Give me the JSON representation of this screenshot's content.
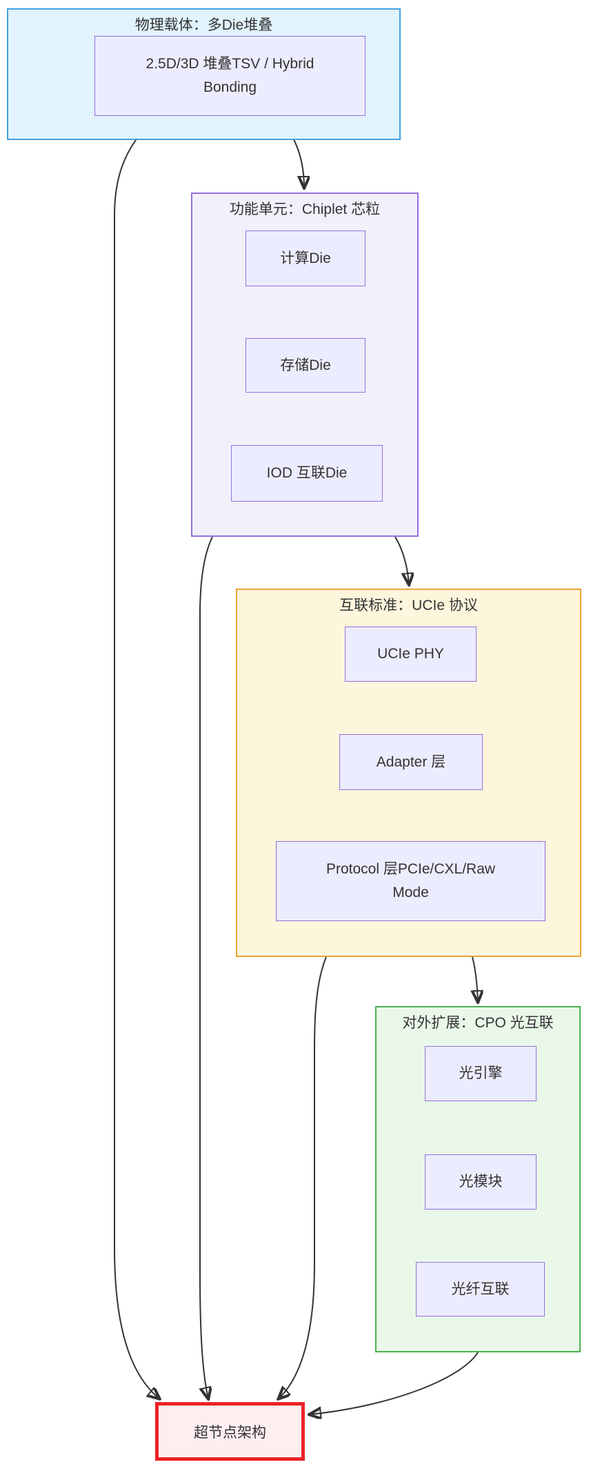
{
  "diagram": {
    "type": "flowchart",
    "background": "#ffffff",
    "line_color": "#333333",
    "text_color": "#333333",
    "default_node_style": {
      "fill": "#ECECFF",
      "border": "#9370DB"
    },
    "clusters": [
      {
        "title": "物理载体：多Die堆叠",
        "fill": "#E1F3FC",
        "border": "#42A0E2",
        "nodes": [
          {
            "label": "2.5D/3D 堆叠TSV / Hybrid Bonding"
          }
        ]
      },
      {
        "title": "功能单元：Chiplet 芯粒",
        "fill": "#F2F0FB",
        "border": "#9370DB",
        "nodes": [
          {
            "label": "计算Die"
          },
          {
            "label": "存储Die"
          },
          {
            "label": "IOD 互联Die"
          }
        ]
      },
      {
        "title": "互联标准：UCIe 协议",
        "fill": "#FDF5DC",
        "border": "#EFA435",
        "nodes": [
          {
            "label": "UCIe PHY"
          },
          {
            "label": "Adapter 层"
          },
          {
            "label": "Protocol 层PCIe/CXL/Raw Mode"
          }
        ]
      },
      {
        "title": "对外扩展：CPO 光互联",
        "fill": "#E9F8E9",
        "border": "#4CAF50",
        "nodes": [
          {
            "label": "光引擎"
          },
          {
            "label": "光模块"
          },
          {
            "label": "光纤互联"
          }
        ]
      }
    ],
    "terminal_node": {
      "label": "超节点架构",
      "fill": "#FDEEF0",
      "border": "#EC2227"
    },
    "edges": [
      {
        "from": "2.5D/3D 堆叠TSV / Hybrid Bonding",
        "to": "功能单元：Chiplet 芯粒"
      },
      {
        "from": "2.5D/3D 堆叠TSV / Hybrid Bonding",
        "to": "超节点架构"
      },
      {
        "from": "功能单元：Chiplet 芯粒",
        "to": "互联标准：UCIe 协议"
      },
      {
        "from": "功能单元：Chiplet 芯粒",
        "to": "超节点架构"
      },
      {
        "from": "互联标准：UCIe 协议",
        "to": "对外扩展：CPO 光互联"
      },
      {
        "from": "互联标准：UCIe 协议",
        "to": "超节点架构"
      },
      {
        "from": "对外扩展：CPO 光互联",
        "to": "超节点架构"
      }
    ]
  }
}
